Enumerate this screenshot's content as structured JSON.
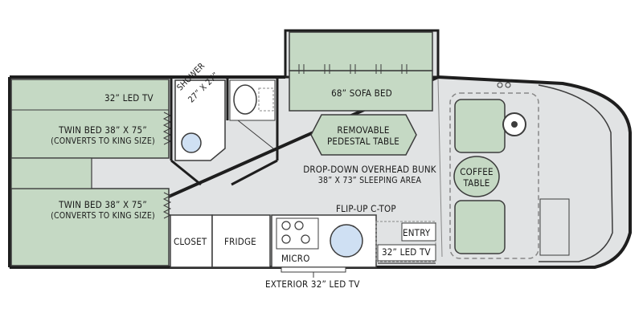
{
  "labels": {
    "led_tv_bedroom": "32” LED TV",
    "twin_bed_1_line1": "TWIN BED 38” X 75”",
    "twin_bed_1_line2": "(CONVERTS TO KING SIZE)",
    "twin_bed_2_line1": "TWIN BED 38” X 75”",
    "twin_bed_2_line2": "(CONVERTS TO KING SIZE)",
    "shower_line1": "SHOWER",
    "shower_line2": "27” X 27”",
    "sofa_bed": "68” SOFA BED",
    "pedestal_table_line1": "REMOVABLE",
    "pedestal_table_line2": "PEDESTAL TABLE",
    "overhead_bunk_line1": "DROP-DOWN OVERHEAD BUNK",
    "overhead_bunk_line2": "38” X 73” SLEEPING AREA",
    "coffee_table_line1": "COFFEE",
    "coffee_table_line2": "TABLE",
    "flip_up": "FLIP-UP C-TOP",
    "entry": "ENTRY",
    "led_tv_entry": "32” LED TV",
    "closet": "CLOSET",
    "fridge": "FRIDGE",
    "micro": "MICRO",
    "exterior_tv": "EXTERIOR 32” LED TV"
  },
  "colors": {
    "wall": "#1e1e1e",
    "floor": "#e1e3e4",
    "furniture_fill": "#c5d9c4",
    "furniture_stroke": "#3c3c3c",
    "sink_fill": "#cfe0f3",
    "dashed": "#888888"
  }
}
